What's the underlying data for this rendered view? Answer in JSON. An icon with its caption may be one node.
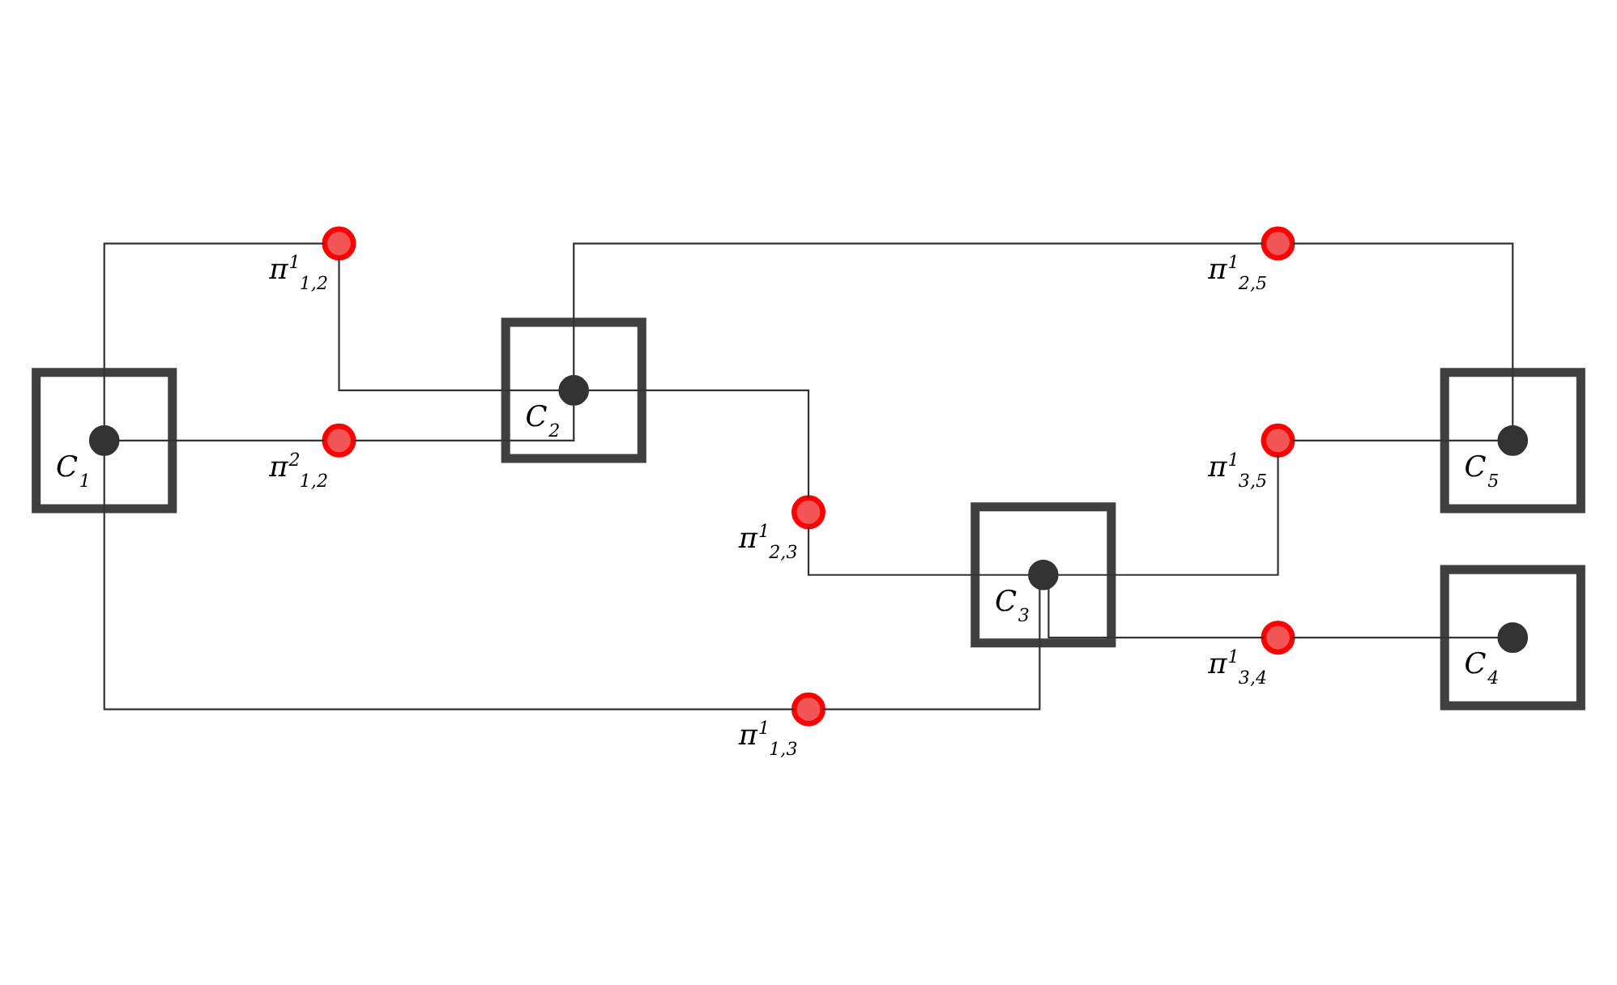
{
  "diagram": {
    "nodes": [
      {
        "text": [],
        "shape": "box"
      },
      {
        "text": [],
        "shape": "circle",
        "in": 0,
        "beside": [
          "C$_{1}$"
        ]
      },
      {
        "text": [],
        "shape": "box"
      },
      {
        "text": [],
        "shape": "circle",
        "in": 2,
        "beside": [
          "C$_{2}$"
        ]
      },
      {
        "text": [],
        "shape": "box"
      },
      {
        "text": [],
        "shape": "circle",
        "in": 4,
        "beside": [
          "C$_{3}$"
        ]
      },
      {
        "text": [],
        "shape": "box"
      },
      {
        "text": [],
        "shape": "circle",
        "in": 6,
        "beside": [
          "C$_{4}$"
        ]
      },
      {
        "text": [],
        "shape": "box"
      },
      {
        "text": [],
        "shape": "circle",
        "in": 8,
        "beside": [
          "C$_{5}$"
        ]
      },
      {
        "text": [],
        "shape": "circle",
        "beside": [
          "π$^{1}$$_{1,2}$"
        ]
      },
      {
        "text": [],
        "shape": "circle",
        "beside": [
          "π$^{2}$$_{1,2}$"
        ]
      },
      {
        "text": [],
        "shape": "circle",
        "beside": [
          "π$^{1}$$_{1,3}$"
        ]
      },
      {
        "text": [],
        "shape": "circle",
        "beside": [
          "π$^{1}$$_{2,5}$"
        ]
      },
      {
        "text": [],
        "shape": "circle",
        "beside": [
          "π$^{1}$$_{2,3}$"
        ]
      },
      {
        "text": [],
        "shape": "circle",
        "beside": [
          "π$^{1}$$_{3,5}$"
        ]
      },
      {
        "text": [],
        "shape": "circle",
        "beside": [
          "π$^{1}$$_{3,4}$"
        ]
      }
    ],
    "edges": [
      {
        "from": 1,
        "to": 10,
        "arrow": "none"
      },
      {
        "from": 1,
        "to": 11,
        "arrow": "none"
      },
      {
        "from": 1,
        "to": 12,
        "arrow": "none"
      },
      {
        "from": 10,
        "to": 3,
        "arrow": "none"
      },
      {
        "from": 11,
        "to": 3,
        "arrow": "none"
      },
      {
        "from": 3,
        "to": 13,
        "arrow": "none"
      },
      {
        "from": 13,
        "to": 9,
        "arrow": "none"
      },
      {
        "from": 3,
        "to": 14,
        "arrow": "none"
      },
      {
        "from": 14,
        "to": 5,
        "arrow": "none"
      },
      {
        "from": 12,
        "to": 5,
        "arrow": "none"
      },
      {
        "from": 5,
        "to": 15,
        "arrow": "none"
      },
      {
        "from": 15,
        "to": 9,
        "arrow": "none"
      },
      {
        "from": 5,
        "to": 16,
        "arrow": "none"
      },
      {
        "from": 16,
        "to": 7,
        "arrow": "none"
      }
    ]
  }
}
